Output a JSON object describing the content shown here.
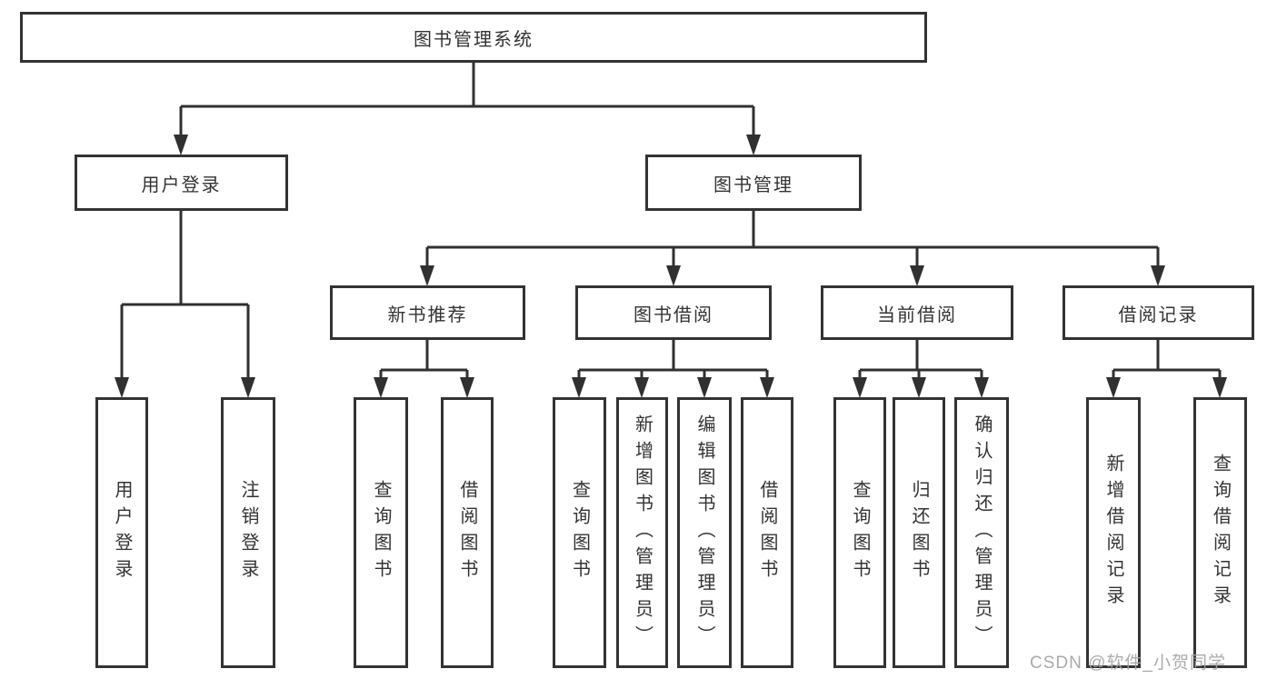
{
  "tree": {
    "label": "图书管理系统",
    "children": [
      {
        "label": "用户登录",
        "children": [
          {
            "label": "用户登录"
          },
          {
            "label": "注销登录"
          }
        ]
      },
      {
        "label": "图书管理",
        "children": [
          {
            "label": "新书推荐",
            "children": [
              {
                "label": "查询图书"
              },
              {
                "label": "借阅图书"
              }
            ]
          },
          {
            "label": "图书借阅",
            "children": [
              {
                "label": "查询图书"
              },
              {
                "label": "新增图书（管理员）"
              },
              {
                "label": "编辑图书（管理员）"
              },
              {
                "label": "借阅图书"
              }
            ]
          },
          {
            "label": "当前借阅",
            "children": [
              {
                "label": "查询图书"
              },
              {
                "label": "归还图书"
              },
              {
                "label": "确认归还（管理员）"
              }
            ]
          },
          {
            "label": "借阅记录",
            "children": [
              {
                "label": "新增借阅记录"
              },
              {
                "label": "查询借阅记录"
              }
            ]
          }
        ]
      }
    ]
  },
  "watermark": {
    "text": "CSDN @软件_小贺同学"
  },
  "colors": {
    "line": "#303030",
    "box_border": "#333333",
    "text": "#333333",
    "watermark": "#a4a4a4",
    "background": "#ffffff"
  }
}
